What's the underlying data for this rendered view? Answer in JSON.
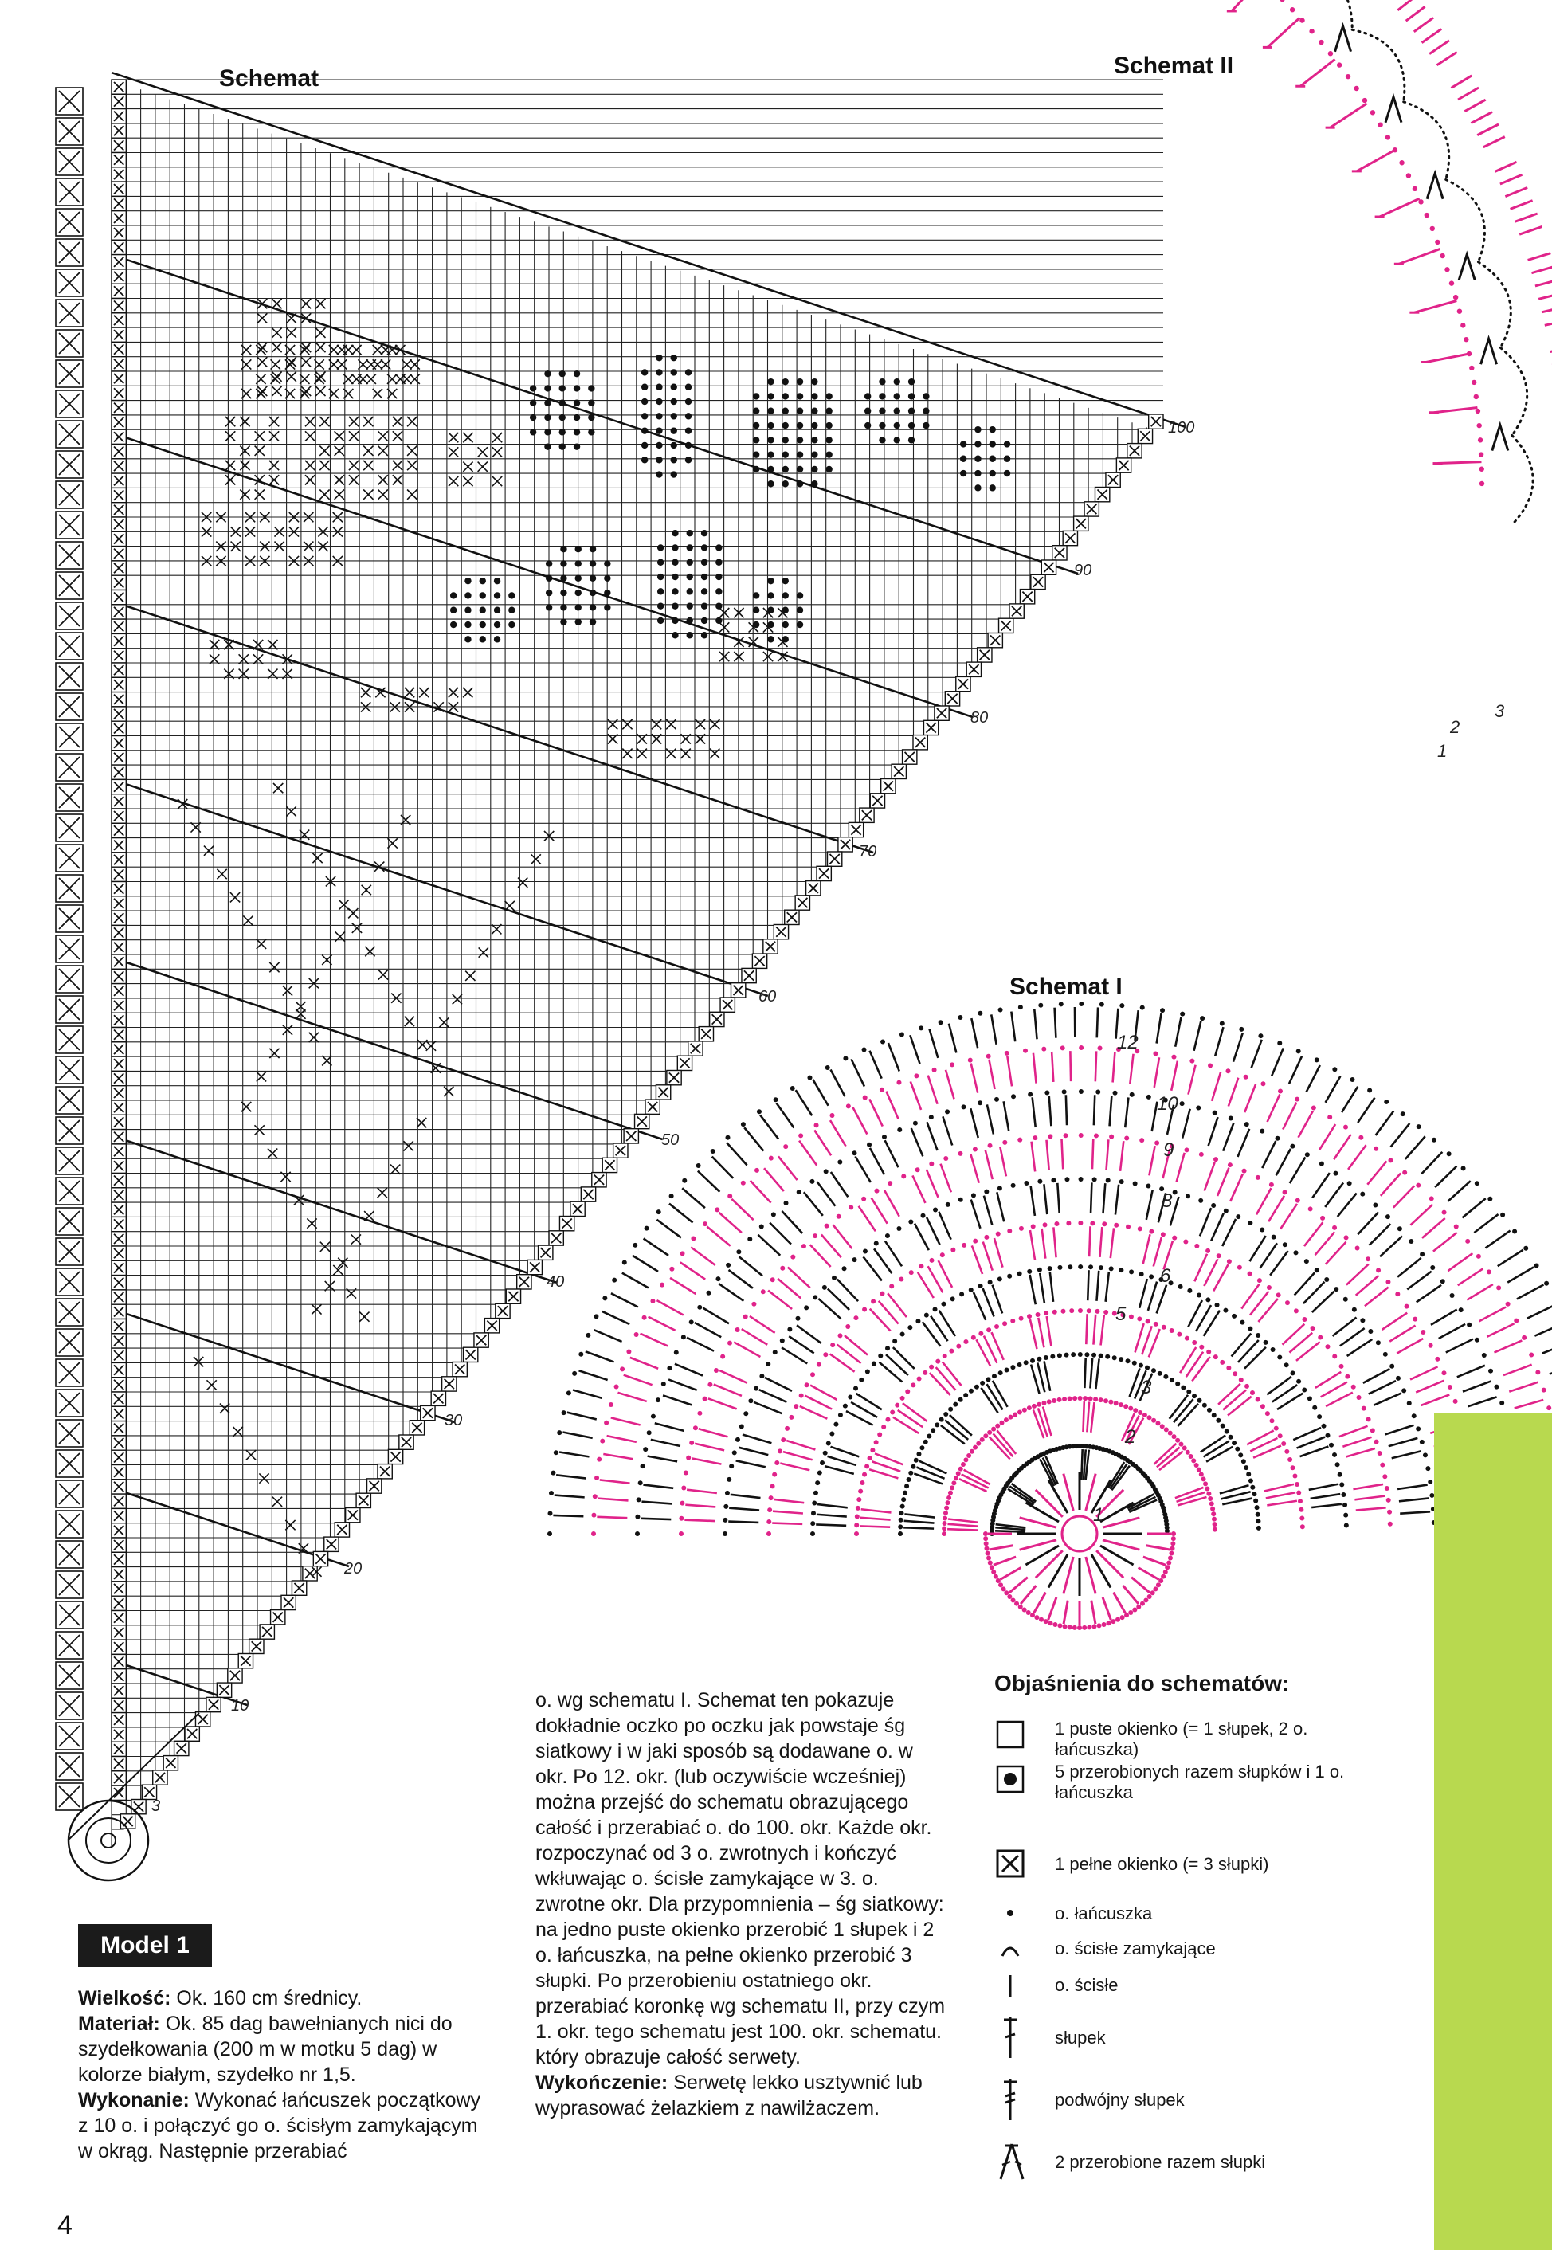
{
  "headings": {
    "schemat": "Schemat",
    "schemat_ii": "Schemat II",
    "schemat_i": "Schemat I"
  },
  "row_numbers": {
    "r100": "100",
    "r90": "90",
    "r80": "80",
    "r70": "70",
    "r60": "60",
    "r50": "50",
    "r40": "40",
    "r30": "30",
    "r20": "20",
    "r10": "10",
    "r3": "3"
  },
  "round_numbers": [
    "1",
    "2",
    "3",
    "5",
    "6",
    "8",
    "9",
    "10",
    "12"
  ],
  "schemat_ii_numbers": [
    "1",
    "2",
    "3"
  ],
  "model": {
    "badge": "Model 1"
  },
  "col1": {
    "size_label": "Wielkość:",
    "size_text": " Ok. 160 cm średnicy.",
    "material_label": "Materiał:",
    "material_text": " Ok. 85 dag bawełnianych nici do szydełkowania (200 m w motku 5 dag) w kolorze białym, szydełko nr 1,5.",
    "work_label": "Wykonanie:",
    "work_text": " Wykonać łańcuszek początkowy z 10 o. i połączyć go o. ścisłym zamykającym w okrąg. Następnie przerabiać"
  },
  "col2": {
    "text": "o. wg schematu I. Schemat ten pokazuje dokładnie oczko po oczku jak powstaje śg siatkowy i w jaki sposób są dodawane o. w okr. Po 12. okr. (lub oczywiście wcześniej) można przejść do schematu obrazującego całość i przerabiać o. do 100. okr. Każde okr. rozpoczynać od 3 o. zwrotnych i kończyć wkłuwając o. ścisłe zamykające w 3. o. zwrotne okr. Dla przypomnienia – śg siatkowy: na jedno puste okienko przerobić 1 słupek i 2 o. łańcuszka, na pełne okienko przerobić 3 słupki. Po przerobieniu ostatniego okr. przerabiać koronkę wg schematu II, przy czym 1. okr. tego schematu jest 100. okr. schematu. który obrazuje całość serwety.",
    "finish_label": "Wykończenie:",
    "finish_text": " Serwetę lekko usztywnić lub wyprasować żelazkiem z nawilżaczem."
  },
  "legend": {
    "title": "Objaśnienia do schematów:",
    "items": [
      {
        "icon": "empty-square-icon",
        "text": "1 puste okienko (= 1 słupek, 2 o. łańcuszka)"
      },
      {
        "icon": "dot-square-icon",
        "text": "5 przerobionych razem słupków i 1 o. łańcuszka"
      },
      {
        "icon": "x-square-icon",
        "text": "1 pełne okienko (= 3 słupki)"
      },
      {
        "icon": "dot-icon",
        "text": "o. łańcuszka"
      },
      {
        "icon": "arc-icon",
        "text": "o. ścisłe zamykające"
      },
      {
        "icon": "bar-icon",
        "text": "o. ścisłe"
      },
      {
        "icon": "treble-icon",
        "text": "słupek"
      },
      {
        "icon": "double-treble-icon",
        "text": "podwójny słupek"
      },
      {
        "icon": "cluster-icon",
        "text": "2 przerobione razem słupki"
      }
    ]
  },
  "page_number": "4",
  "colors": {
    "pink": "#e0238a",
    "black": "#111111",
    "green": "#b8d94f"
  }
}
